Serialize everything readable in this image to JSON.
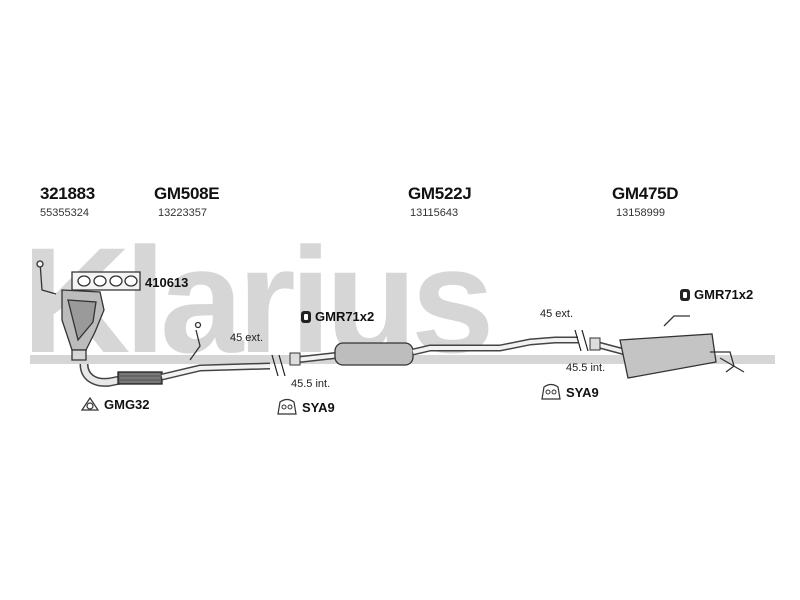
{
  "watermark": {
    "text": "Klarius",
    "color": "#d4d4d4"
  },
  "parts": [
    {
      "code": "321883",
      "oe": "55355324"
    },
    {
      "code": "GM508E",
      "oe": "13223357"
    },
    {
      "code": "GM522J",
      "oe": "13115643"
    },
    {
      "code": "GM475D",
      "oe": "13158999"
    }
  ],
  "fittings": {
    "manifold_gasket": "410613",
    "clamp_left": "GMR71x2",
    "clamp_right": "GMR71x2",
    "gasket": "GMG32",
    "mount_left": "SYA9",
    "mount_right": "SYA9"
  },
  "joints": {
    "left_ext": "45 ext.",
    "left_int": "45.5 int.",
    "right_ext": "45 ext.",
    "right_int": "45.5 int."
  },
  "icons": {
    "clamp": "clamp-icon",
    "gasket": "gasket-ring-icon",
    "mount": "rubber-mount-icon"
  }
}
